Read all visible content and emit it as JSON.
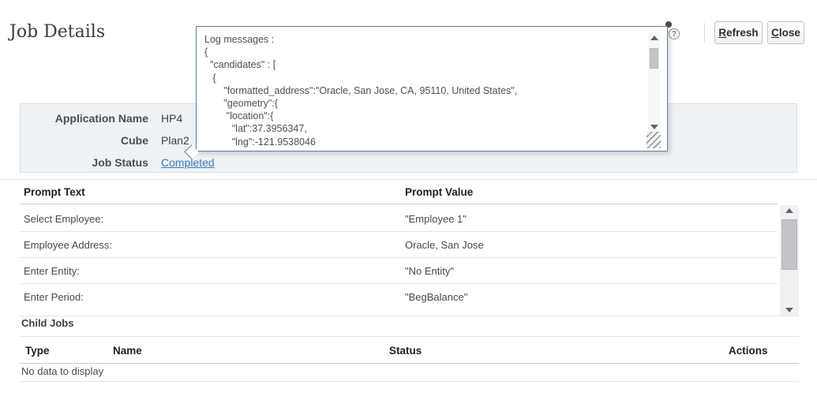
{
  "page": {
    "title": "Job Details"
  },
  "toolbar": {
    "refresh_accesskey": "R",
    "refresh_rest": "efresh",
    "close_accesskey": "C",
    "close_rest": "lose",
    "help_glyph": "?"
  },
  "tooltip": {
    "lines": [
      "Log messages :",
      "{",
      "  \"candidates\" : [",
      "   {",
      "       \"formatted_address\":\"Oracle, San Jose, CA, 95110, United States\",",
      "       \"geometry\":{",
      "        \"location\":{",
      "          \"lat\":37.3956347,",
      "          \"lng\":-121.9538046"
    ]
  },
  "job_info": {
    "rows": [
      {
        "label": "Application Name",
        "value": "HP4"
      },
      {
        "label": "Cube",
        "value": "Plan2"
      },
      {
        "label": "Job Status",
        "value": "Completed"
      }
    ]
  },
  "prompts": {
    "headers": {
      "text": "Prompt Text",
      "value": "Prompt Value"
    },
    "rows": [
      {
        "text": "Select Employee:",
        "value": "\"Employee 1\""
      },
      {
        "text": "Employee Address:",
        "value": "Oracle, San Jose"
      },
      {
        "text": "Enter Entity:",
        "value": "\"No Entity\""
      },
      {
        "text": "Enter Period:",
        "value": "\"BegBalance\""
      }
    ]
  },
  "child_jobs": {
    "title": "Child Jobs",
    "headers": {
      "type": "Type",
      "name": "Name",
      "status": "Status",
      "actions": "Actions"
    },
    "empty_message": "No data to display"
  },
  "colors": {
    "link": "#3d7ab3",
    "panel_bg": "#eef2f5",
    "panel_border": "#d7dee4",
    "tooltip_border": "#5e7f9e"
  }
}
